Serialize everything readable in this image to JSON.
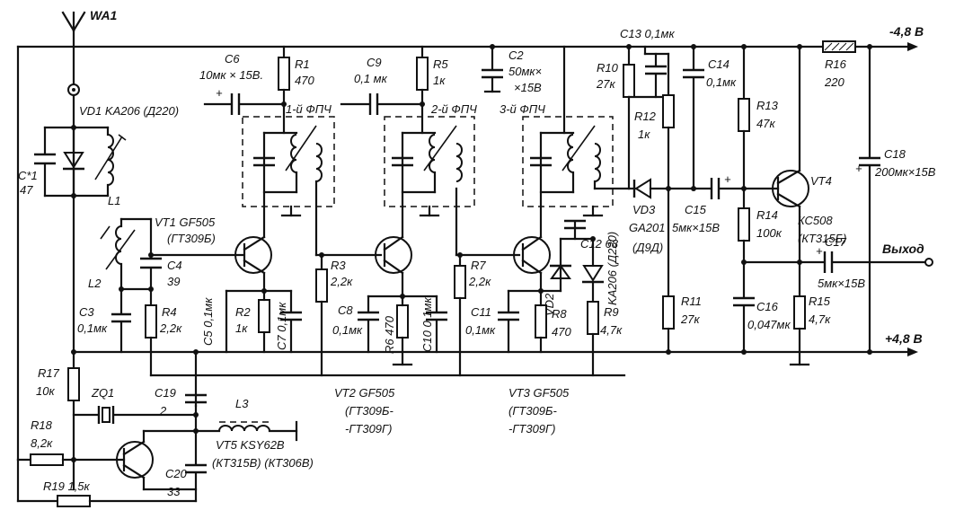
{
  "antenna": {
    "label": "WA1"
  },
  "supply": {
    "neg": "-4,8 В",
    "pos": "+4,8 В"
  },
  "output": {
    "label": "Выход"
  },
  "components": {
    "VD1": "VD1 KA206 (Д220)",
    "C1": "C*1",
    "C1v": "47",
    "L1": "L1",
    "L2": "L2",
    "L3": "L3",
    "VT1": "VT1 GF505",
    "VT1alt": "(ГТ309Б)",
    "C4": "C4",
    "C4v": "39",
    "C3": "C3",
    "C3v": "0,1мк",
    "R4": "R4",
    "R4v": "2,2к",
    "C5": "C5 0,1мк",
    "R2": "R2",
    "R2v": "1к",
    "C7": "C7 0,1мк",
    "C6": "C6",
    "C6v": "10мк × 15В.",
    "R1": "R1",
    "R1v": "470",
    "FPCH1": "1-й ФПЧ",
    "C9": "C9",
    "C9v": "0,1 мк",
    "R5": "R5",
    "R5v": "1к",
    "FPCH2": "2-й ФПЧ",
    "C2": "C2",
    "C2v1": "50мк×",
    "C2v2": "×15В",
    "FPCH3": "3-й ФПЧ",
    "R3": "R3",
    "R3v": "2,2к",
    "C8": "C8",
    "C8v": "0,1мк",
    "R6": "R6 470",
    "C10": "C10 0,1мк",
    "R7": "R7",
    "R7v": "2,2к",
    "C11": "C11",
    "C11v": "0,1мк",
    "VD2": "VD2",
    "VD2v": "KA206 (Д220)",
    "C12": "C12 68",
    "R8": "R8",
    "R8v": "470",
    "R9": "R9",
    "R9v": "4,7к",
    "VT2": "VT2 GF505",
    "VT2alt1": "(ГТ309Б-",
    "VT2alt2": "-ГТ309Г)",
    "VT3": "VT3 GF505",
    "VT3alt1": "(ГТ309Б-",
    "VT3alt2": "-ГТ309Г)",
    "R10": "R10",
    "R10v": "27к",
    "C13": "C13 0,1мк",
    "R12": "R12",
    "R12v": "1к",
    "C14": "C14",
    "C14v": "0,1мк",
    "VD3": "VD3",
    "VD3v": "GA201",
    "VD3alt": "(Д9Д)",
    "C15": "C15",
    "C15v": "5мк×15В",
    "R11": "R11",
    "R11v": "27к",
    "R13": "R13",
    "R13v": "47к",
    "R14": "R14",
    "R14v": "100к",
    "C16": "C16",
    "C16v": "0,047мк",
    "VT4": "VT4",
    "VT4v": "КС508",
    "VT4alt": "(КТ315Б)",
    "R15": "R15",
    "R15v": "4,7к",
    "C17": "C17",
    "C17v": "5мк×15В",
    "R16": "R16",
    "R16v": "220",
    "C18": "C18",
    "C18v": "200мк×15В",
    "R17": "R17",
    "R17v": "10к",
    "ZQ1": "ZQ1",
    "C19": "C19",
    "C19v": "2",
    "R18": "R18",
    "R18v": "8,2к",
    "R19": "R19 1,5к",
    "VT5": "VT5 KSY62B",
    "VT5alt": "(КТ315В) (КТ306В)",
    "C20": "C20",
    "C20v": "33"
  }
}
